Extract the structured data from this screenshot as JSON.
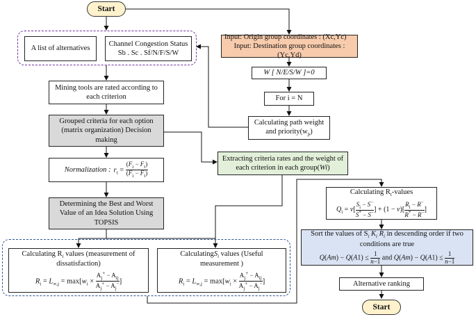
{
  "nodes": {
    "start_top": "Start",
    "alternatives": "A list of alternatives",
    "channel_line1": "Channel Congestion Status",
    "channel_line2": "Sb . Sc . Sf/N/F/S/W",
    "input_line1": "Input: Origin group coordinates : (Xc,Yc)",
    "input_line2": "Input: Destination group coordinates : (Yc,Yd)",
    "w_condition": "W [ N/E/S/W ]=0",
    "for_loop": "For i = N",
    "path_weight_line1": "Calculating path weight",
    "path_weight_line2": "and priority(w",
    "path_weight_sub": "p",
    "mining_tools": "Mining tools are rated according to each criterion",
    "grouped_criteria": "Grouped criteria for each option (matrix organization) Decision making",
    "extracting_line1": "Extracting criteria rates and the weight of",
    "extracting_line2": "each criterion in each group(",
    "extracting_wi": "Wi",
    "normalization_label": "Normalization :",
    "best_worst": "Determining the Best and Worst Value of an Idea Solution Using TOPSIS",
    "calc_r_title": "Calculating R",
    "calc_r_rest": " values (measurement of dissatisfaction)",
    "calc_s_title": "Calculating",
    "calc_s_rest": " values (Useful measurement )",
    "calc_rt_title": "Calculating R",
    "calc_rt_sub": "t",
    "calc_rt_rest": "-values",
    "sort_line1": "Sort the values of S",
    "sort_line1_rest": " in descending order if two conditions are true",
    "ranking": "Alternative ranking",
    "start_bottom": "Start"
  },
  "colors": {
    "terminal_fill": "#fff2cc",
    "input_fill": "#f7cbac",
    "gray_fill": "#d9d9d9",
    "green_fill": "#e2efd9",
    "blue_fill": "#dae3f3",
    "purple_dash": "#7030a0",
    "blue_dash": "#2f5597"
  }
}
